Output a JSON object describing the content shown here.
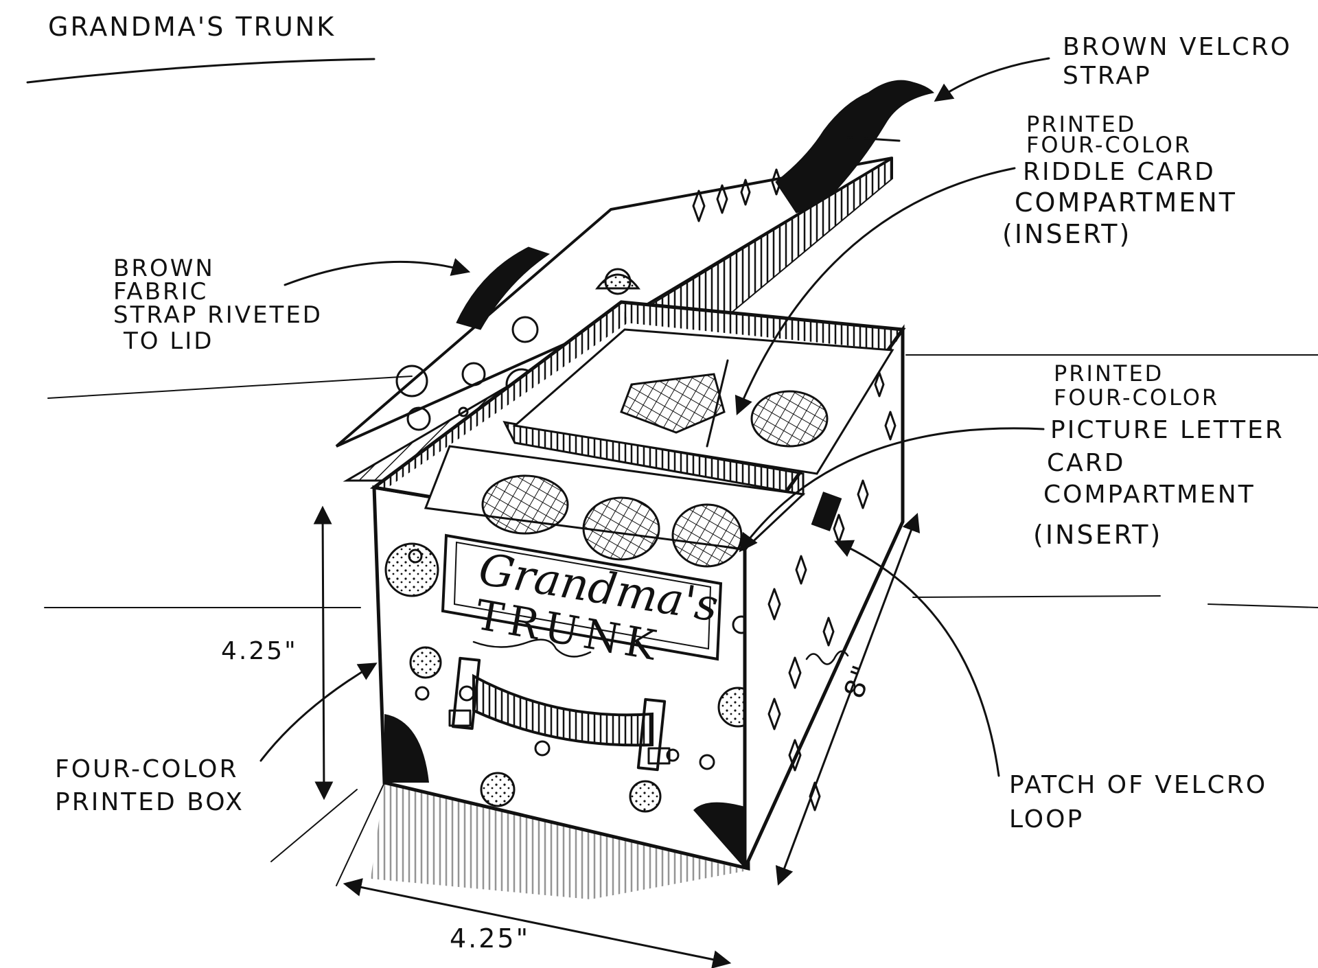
{
  "title": "GRANDMA'S TRUNK",
  "box_label": {
    "script": "Grandma's",
    "block": "TRUNK"
  },
  "callouts": {
    "velcro_strap": [
      "BROWN VELCRO",
      "STRAP"
    ],
    "riddle_compartment": [
      "PRINTED",
      "FOUR-COLOR",
      "RIDDLE CARD",
      "COMPARTMENT",
      "(INSERT)"
    ],
    "fabric_strap": [
      "BROWN",
      "FABRIC",
      "STRAP RIVETED",
      "TO LID"
    ],
    "picture_compartment": [
      "PRINTED",
      "FOUR-COLOR",
      "PICTURE LETTER",
      "CARD",
      "COMPARTMENT",
      "(INSERT)"
    ],
    "printed_box": [
      "FOUR-COLOR",
      "PRINTED BOX"
    ],
    "velcro_patch": [
      "PATCH OF VELCRO",
      "LOOP"
    ]
  },
  "dimensions": {
    "height": "4.25\"",
    "width": "4.25\"",
    "depth": "8\""
  },
  "colors": {
    "ink": "#111111",
    "paper": "#ffffff"
  }
}
